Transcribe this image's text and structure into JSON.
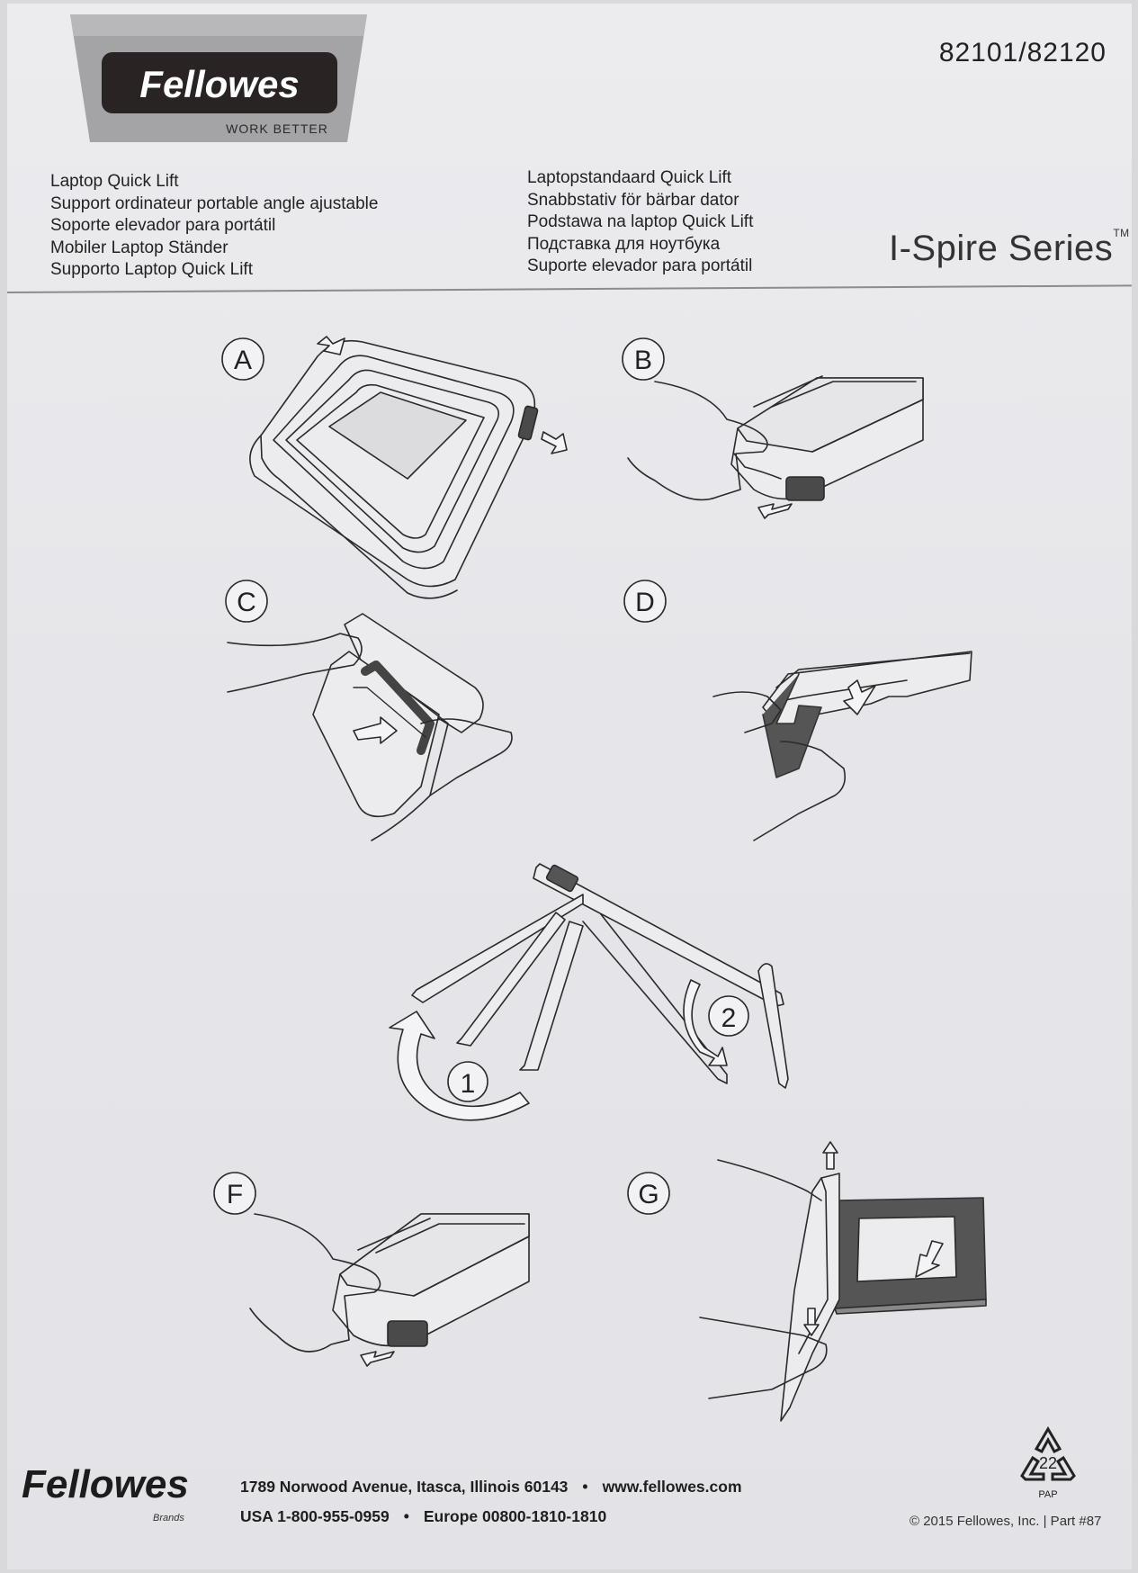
{
  "brand": {
    "name": "Fellowes",
    "tagline": "WORK BETTER"
  },
  "model_number": "82101/82120",
  "product_titles_left": [
    "Laptop Quick Lift",
    "Support ordinateur portable angle ajustable",
    "Soporte elevador para portátil",
    "Mobiler Laptop Ständer",
    "Supporto Laptop Quick Lift"
  ],
  "product_titles_right": [
    "Laptopstandaard Quick Lift",
    "Snabbstativ för bärbar dator",
    "Podstawa na laptop Quick Lift",
    "Подставка для ноутбука",
    "Suporte elevador para portátil"
  ],
  "series": {
    "name": "I-Spire Series",
    "mark": "TM"
  },
  "steps": {
    "a": "A",
    "b": "B",
    "c": "C",
    "d": "D",
    "f": "F",
    "g": "G"
  },
  "rotation_markers": {
    "first": "1",
    "second": "2"
  },
  "footer": {
    "logo": "Fellowes",
    "logo_sub": "Brands",
    "address": "1789 Norwood Avenue, Itasca, Illinois 60143",
    "website": "www.fellowes.com",
    "usa_phone": "USA 1-800-955-0959",
    "europe_phone": "Europe 00800-1810-1810",
    "recycle_code": "22",
    "recycle_label": "PAP",
    "copyright": "© 2015 Fellowes, Inc. | Part #87"
  },
  "colors": {
    "ink": "#1c1c1c",
    "banner": "#9a9a9a",
    "paper": "#e8e8eb",
    "gray_part": "#555555"
  }
}
